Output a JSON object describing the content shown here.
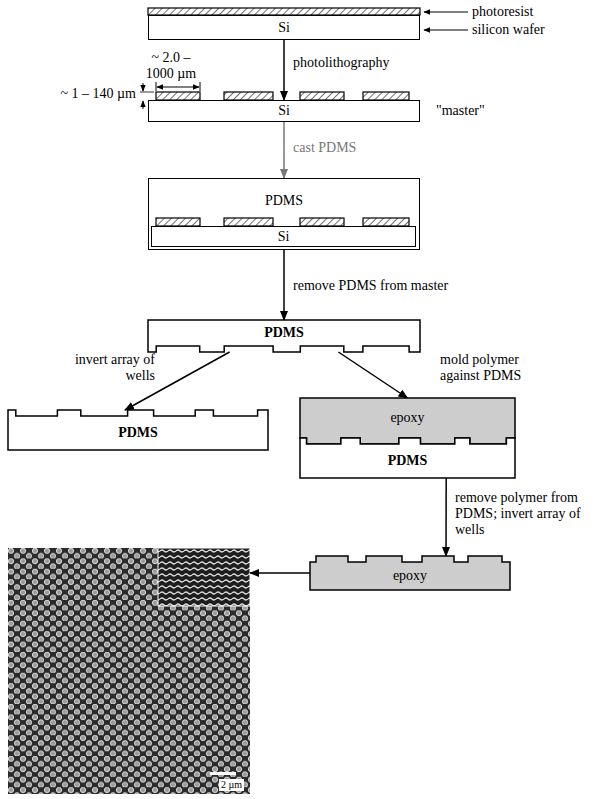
{
  "diagram": {
    "nodes": [
      {
        "text": [
          "Si"
        ]
      },
      {
        "text": [
          "Si"
        ]
      },
      {
        "text": [
          "PDMS"
        ]
      },
      {
        "text": [
          "Si"
        ],
        "in": 2
      },
      {
        "text": [
          "PDMS"
        ]
      },
      {
        "text": [
          "PDMS"
        ]
      },
      {
        "text": [
          "epoxy"
        ]
      },
      {
        "text": [
          "PDMS"
        ]
      },
      {
        "text": [
          "epoxy"
        ]
      },
      {
        "text": [
          "2 µm"
        ]
      }
    ],
    "edges": [
      {
        "from": 0,
        "to": 1,
        "arrow": "to",
        "label": "photolithography"
      },
      {
        "from": 1,
        "to": 2,
        "arrow": "to",
        "label": "cast PDMS"
      },
      {
        "from": 2,
        "to": 4,
        "arrow": "to",
        "label": "remove PDMS from master"
      },
      {
        "from": 4,
        "to": 5,
        "arrow": "to",
        "label": "invert array of wells"
      },
      {
        "from": 4,
        "to": 6,
        "arrow": "to",
        "label": "mold polymer against PDMS"
      },
      {
        "from": 7,
        "to": 8,
        "arrow": "to",
        "label": "remove polymer from PDMS; invert array of wells"
      },
      {
        "from": 8,
        "to": 9,
        "arrow": "to"
      }
    ],
    "labels": [
      "photoresist",
      "silicon wafer",
      "~ 2.0 – 1000 µm",
      "~ 1 – 140 µm",
      "\"master\""
    ]
  }
}
